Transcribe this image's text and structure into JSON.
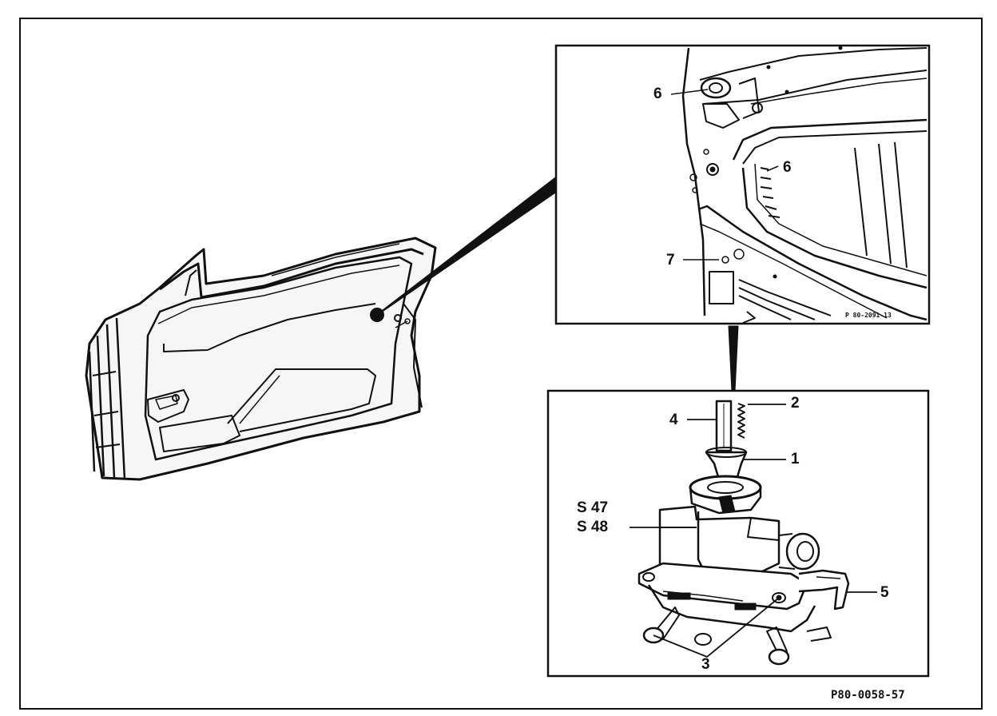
{
  "callouts": {
    "c1": "1",
    "c2": "2",
    "c3": "3",
    "c4": "4",
    "c5": "5",
    "c6a": "6",
    "c6b": "6",
    "c7": "7",
    "s47": "S 47",
    "s48": "S 48"
  },
  "refs": {
    "detail": "P 80-2091-13",
    "figure": "P80-0058-57"
  }
}
